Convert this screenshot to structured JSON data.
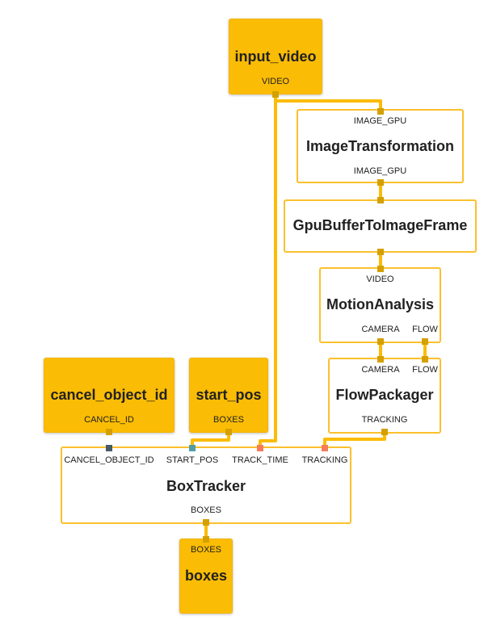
{
  "colors": {
    "stream_fill": "#fbbc05",
    "calculator_border": "#fbc02d",
    "edge": "#fbbc05",
    "port_default": "#d4a000",
    "port_cancel": "#455a64",
    "port_start": "#4f9da6",
    "port_track": "#f47c5a"
  },
  "nodes": {
    "input_video": {
      "title": "input_video",
      "output": "VIDEO"
    },
    "image_transformation": {
      "input": "IMAGE_GPU",
      "title": "ImageTransformation",
      "output": "IMAGE_GPU"
    },
    "gpu_buffer": {
      "title": "GpuBufferToImageFrame"
    },
    "motion_analysis": {
      "input": "VIDEO",
      "title": "MotionAnalysis",
      "output_camera": "CAMERA",
      "output_flow": "FLOW"
    },
    "flow_packager": {
      "input_camera": "CAMERA",
      "input_flow": "FLOW",
      "title": "FlowPackager",
      "output": "TRACKING"
    },
    "cancel_object_id": {
      "title": "cancel_object_id",
      "output": "CANCEL_ID"
    },
    "start_pos": {
      "title": "start_pos",
      "output": "BOXES"
    },
    "box_tracker": {
      "input_cancel": "CANCEL_OBJECT_ID",
      "input_start": "START_POS",
      "input_track_time": "TRACK_TIME",
      "input_tracking": "TRACKING",
      "title": "BoxTracker",
      "output": "BOXES"
    },
    "boxes": {
      "input": "BOXES",
      "title": "boxes"
    }
  }
}
